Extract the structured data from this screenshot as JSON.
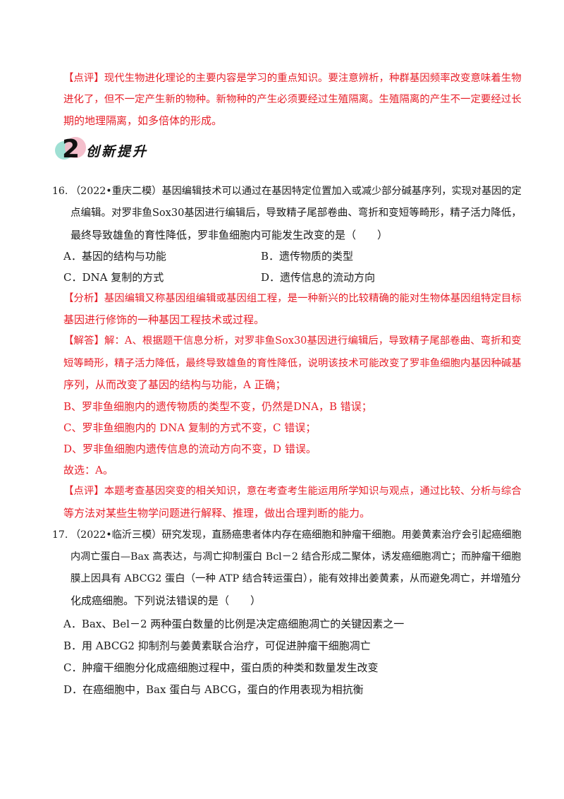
{
  "review1": {
    "lines": [
      "【点评】现代生物进化理论的主要内容是学习的重点知识。要注意辨析，种群基因频率改变意味着生物",
      "进化了，但不一定产生新的物种。新物种的产生必须要经过生殖隔离。生殖隔离的产生不一定要经过长",
      "期的地理隔离，如多倍体的形成。"
    ]
  },
  "section": {
    "number": "2",
    "title": "创新提升"
  },
  "q16": {
    "number": "16.",
    "stem": [
      "（2022•重庆二模）基因编辑技术可以通过在基因特定位置加入或减少部分碱基序列，实现对基因的定",
      "点编辑。对罗非鱼Sox30基因进行编辑后，导致精子尾部卷曲、弯折和变短等畸形，精子活力降低，",
      "最终导致雄鱼的育性降低，罗非鱼细胞内可能发生改变的是（　　）"
    ],
    "options": {
      "A": "A．基因的结构与功能",
      "B": "B．遗传物质的类型",
      "C": "C．DNA 复制的方式",
      "D": "D．遗传信息的流动方向"
    },
    "analysis": [
      "【分析】基因编辑又称基因组编辑或基因组工程，是一种新兴的比较精确的能对生物体基因组特定目标",
      "基因进行修饰的一种基因工程技术或过程。"
    ],
    "solution": [
      "【解答】解：A、根据题干信息分析，对罗非鱼Sox30基因进行编辑后，导致精子尾部卷曲、弯折和变",
      "短等畸形，精子活力降低，最终导致雄鱼的育性降低，说明该技术可能改变了罗非鱼细胞内基因种碱基",
      "序列，从而改变了基因的结构与功能，A 正确；",
      "B、罗非鱼细胞内的遗传物质的类型不变，仍然是DNA，B 错误；",
      "C、罗非鱼细胞内的 DNA 复制的方式不变，C 错误；",
      "D、罗非鱼细胞内遗传信息的流动方向不变，D 错误。",
      "故选：A。"
    ],
    "review": [
      "【点评】本题考查基因突变的相关知识，意在考查考生能运用所学知识与观点，通过比较、分析与综合",
      "等方法对某些生物学问题进行解释、推理，做出合理判断的能力。"
    ]
  },
  "q17": {
    "number": "17.",
    "stem": [
      "（2022•临沂三模）研究发现，直肠癌患者体内存在癌细胞和肿瘤干细胞。用姜黄素治疗会引起癌细胞",
      "内凋亡蛋白—Bax 高表达，与凋亡抑制蛋白 Bcl－2 结合形成二聚体，诱发癌细胞凋亡；而肿瘤干细胞",
      "膜上因具有 ABCG2 蛋白（一种 ATP 结合转运蛋白），能有效排出姜黄素，从而避免凋亡，并增殖分",
      "化成癌细胞。下列说法错误的是（　　）"
    ],
    "options": [
      "A．Bax、Bel－2 两种蛋白数量的比例是决定癌细胞凋亡的关键因素之一",
      "B．用 ABCG2 抑制剂与姜黄素联合治疗，可促进肿瘤干细胞凋亡",
      "C．肿瘤干细胞分化成癌细胞过程中，蛋白质的种类和数量发生改变",
      "D．在癌细胞中，Bax 蛋白与 ABCG，蛋白的作用表现为相抗衡"
    ]
  }
}
